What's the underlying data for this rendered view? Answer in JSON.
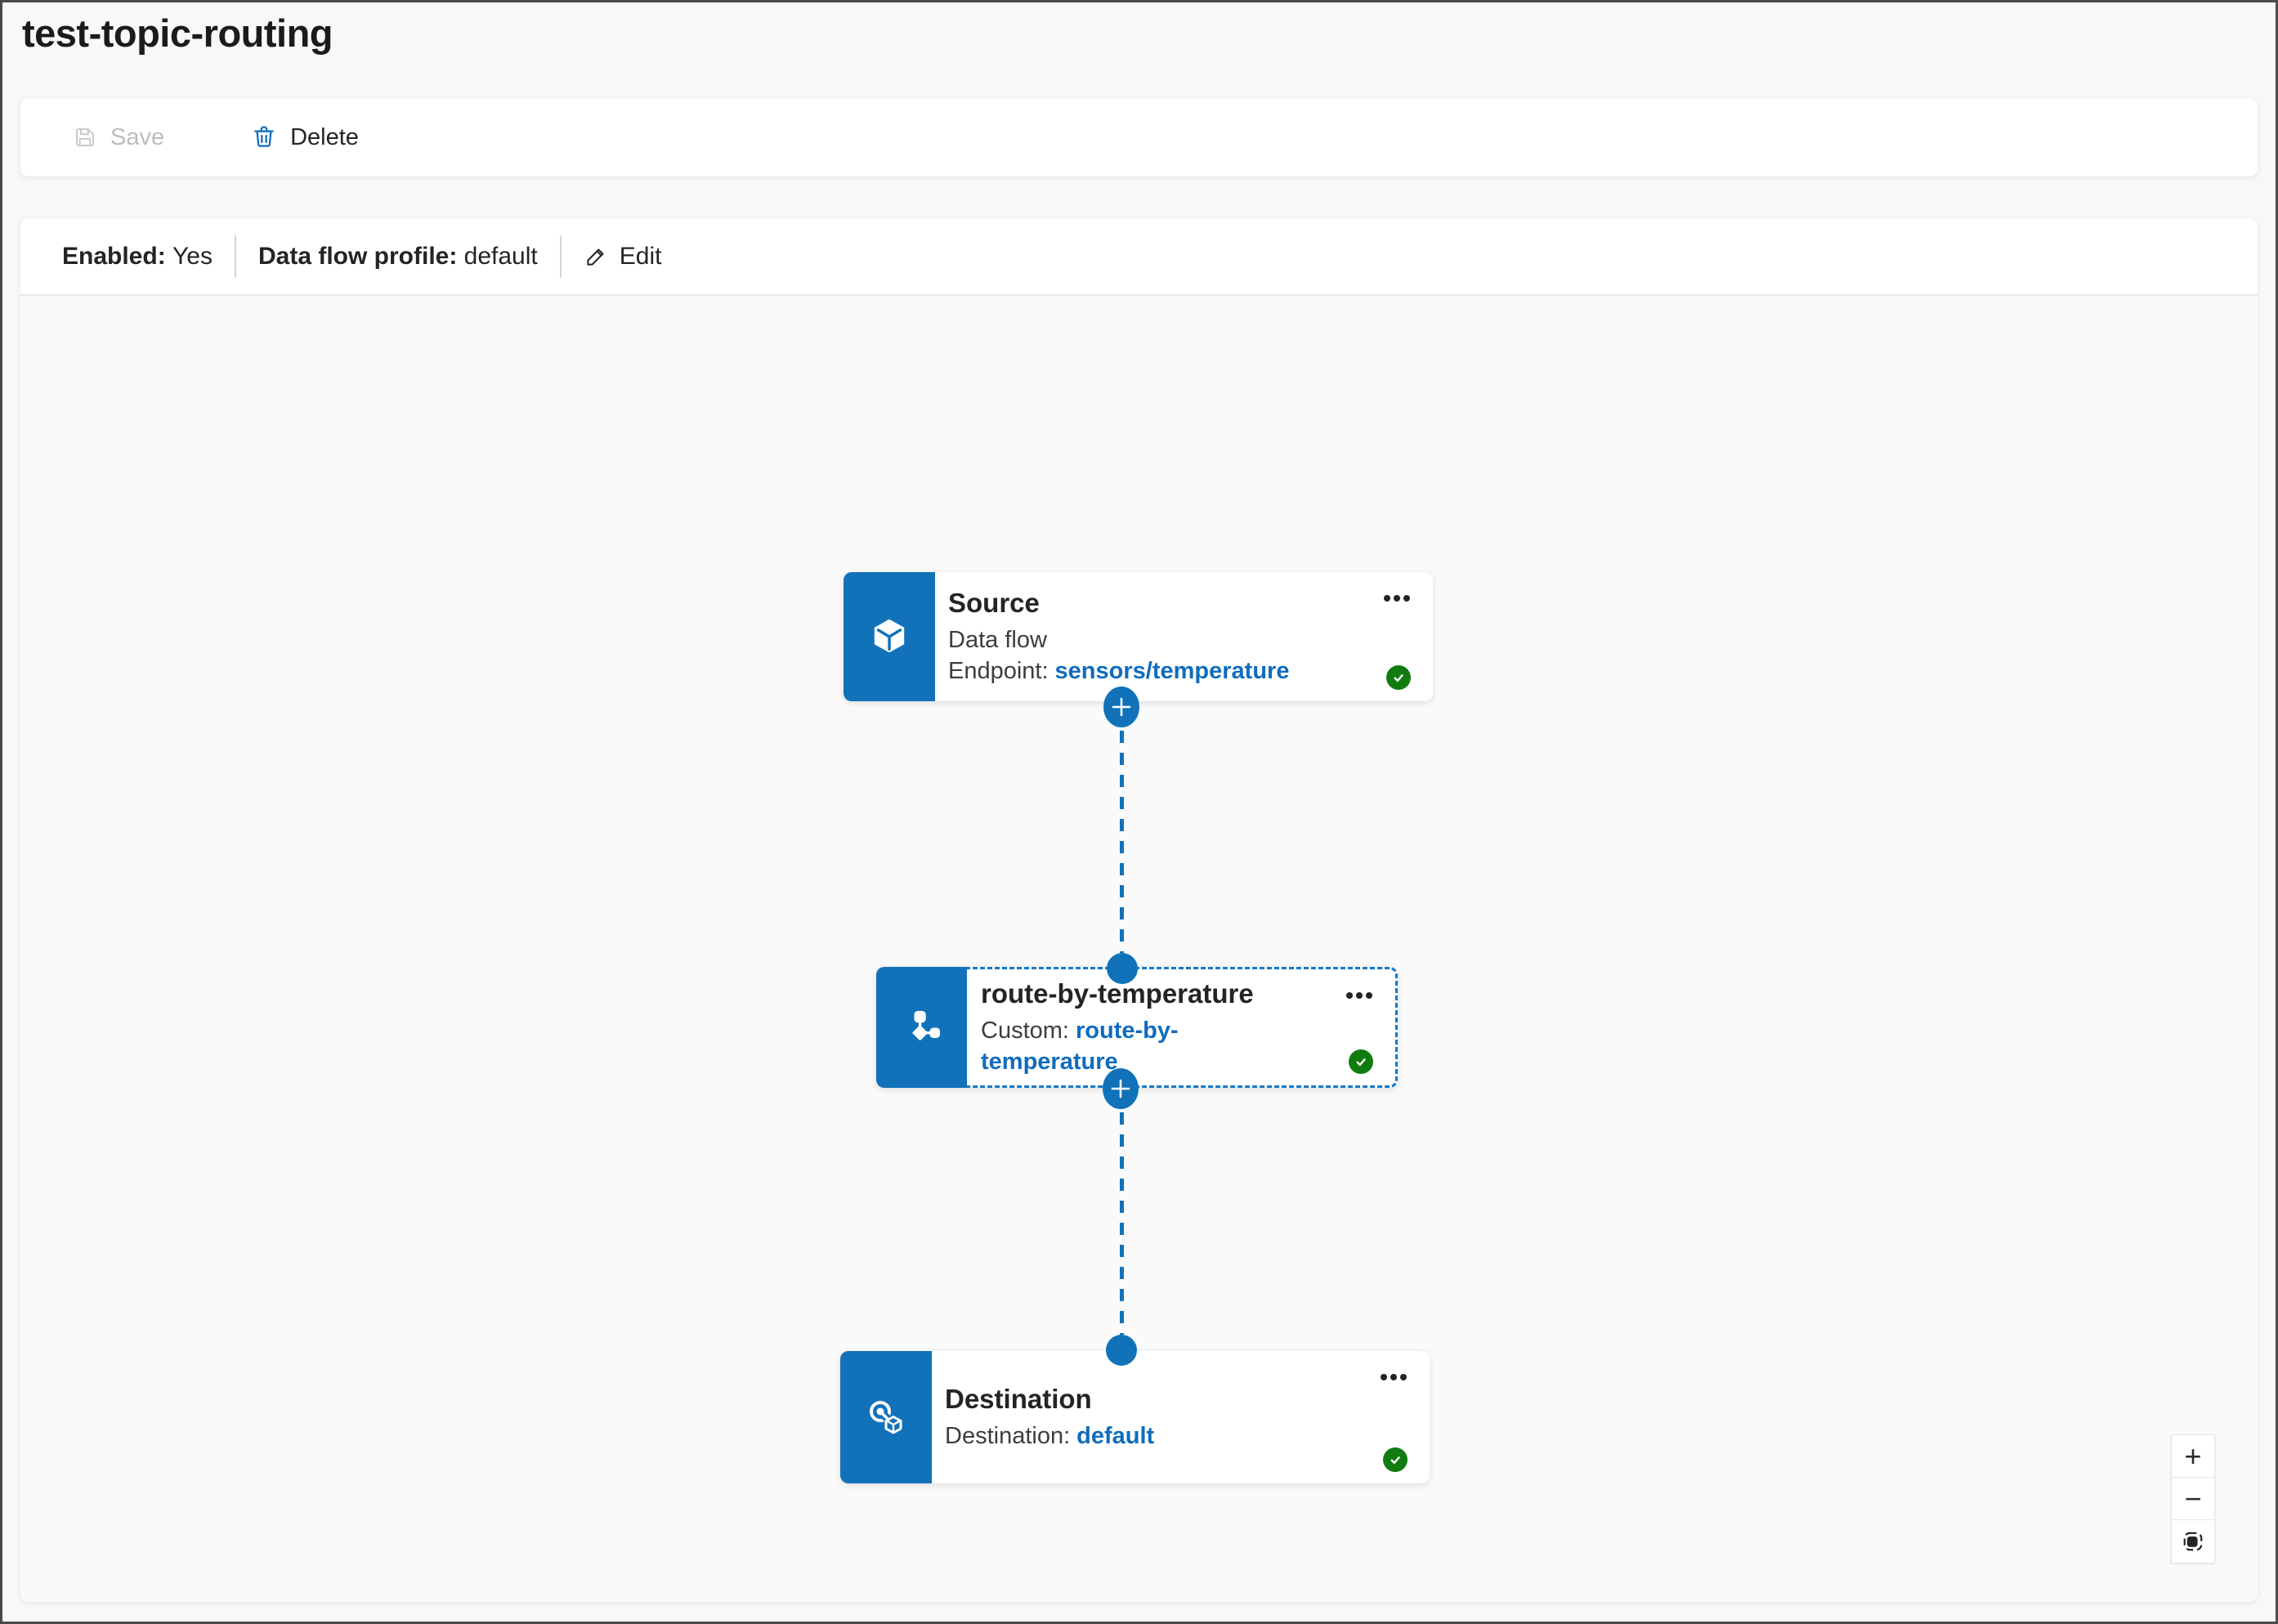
{
  "page": {
    "title": "test-topic-routing"
  },
  "toolbar": {
    "save_label": "Save",
    "delete_label": "Delete"
  },
  "info_bar": {
    "enabled_label": "Enabled:",
    "enabled_value": "Yes",
    "profile_label": "Data flow profile:",
    "profile_value": "default",
    "edit_label": "Edit"
  },
  "nodes": {
    "source": {
      "title": "Source",
      "field_label": "Data flow Endpoint:",
      "field_value": "sensors/temperature",
      "status": "valid"
    },
    "transform": {
      "title": "route-by-temperature",
      "field_label": "Custom:",
      "field_value": "route-by-temperature",
      "status": "valid",
      "selected": true
    },
    "destination": {
      "title": "Destination",
      "field_label": "Destination:",
      "field_value": "default",
      "status": "valid"
    }
  },
  "zoom_controls": {
    "zoom_in_glyph": "+",
    "zoom_out_glyph": "−"
  },
  "colors": {
    "brand_blue": "#1172ba",
    "link_blue": "#0f6cbd",
    "status_green": "#107c10",
    "canvas_bg": "#fafafa",
    "page_bg": "#f8f8f8"
  }
}
